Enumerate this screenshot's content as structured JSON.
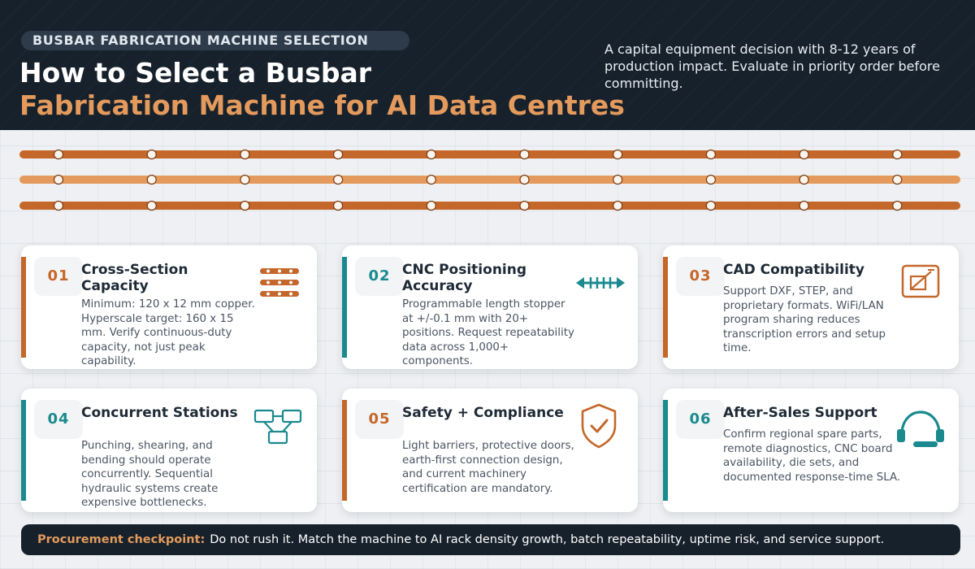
{
  "header": {
    "kicker": "BUSBAR FABRICATION MACHINE SELECTION",
    "title_line1": "How to Select a Busbar",
    "title_line2": "Fabrication Machine for AI Data Centres",
    "intro": "A capital equipment decision with 8-12 years of production impact. Evaluate in priority order before committing."
  },
  "colors": {
    "navy": "#17212c",
    "copper": "#c4672a",
    "copper_light": "#e39a5c",
    "teal": "#1a8a8f"
  },
  "rails": {
    "count": 3,
    "nodes_per_rail": 10
  },
  "cards": [
    {
      "number": "01",
      "title": "Cross-Section Capacity",
      "description": "Minimum: 120 x 12 mm copper. Hyperscale target: 160 x 15 mm. Verify continuous-duty capacity, not just peak capability.",
      "icon": "busbar-stack-icon",
      "accent": "copper"
    },
    {
      "number": "02",
      "title": "CNC Positioning Accuracy",
      "description": "Programmable length stopper at +/-0.1 mm with 20+ positions. Request repeatability data across 1,000+ components.",
      "icon": "measurement-arrow-icon",
      "accent": "teal"
    },
    {
      "number": "03",
      "title": "CAD Compatibility",
      "description": "Support DXF, STEP, and proprietary formats. WiFi/LAN program sharing reduces transcription errors and setup time.",
      "icon": "cad-drawing-icon",
      "accent": "copper"
    },
    {
      "number": "04",
      "title": "Concurrent Stations",
      "description": "Punching, shearing, and bending should operate concurrently. Sequential hydraulic systems create expensive bottlenecks.",
      "icon": "workflow-nodes-icon",
      "accent": "teal"
    },
    {
      "number": "05",
      "title": "Safety + Compliance",
      "description": "Light barriers, protective doors, earth-first connection design, and current machinery certification are mandatory.",
      "icon": "shield-check-icon",
      "accent": "copper"
    },
    {
      "number": "06",
      "title": "After-Sales Support",
      "description": "Confirm regional spare parts, remote diagnostics, CNC board availability, die sets, and documented response-time SLA.",
      "icon": "headset-icon",
      "accent": "teal"
    }
  ],
  "footer": {
    "label": "Procurement checkpoint:",
    "text": "Do not rush it. Match the machine to AI rack density growth, batch repeatability, uptime risk, and service support."
  }
}
